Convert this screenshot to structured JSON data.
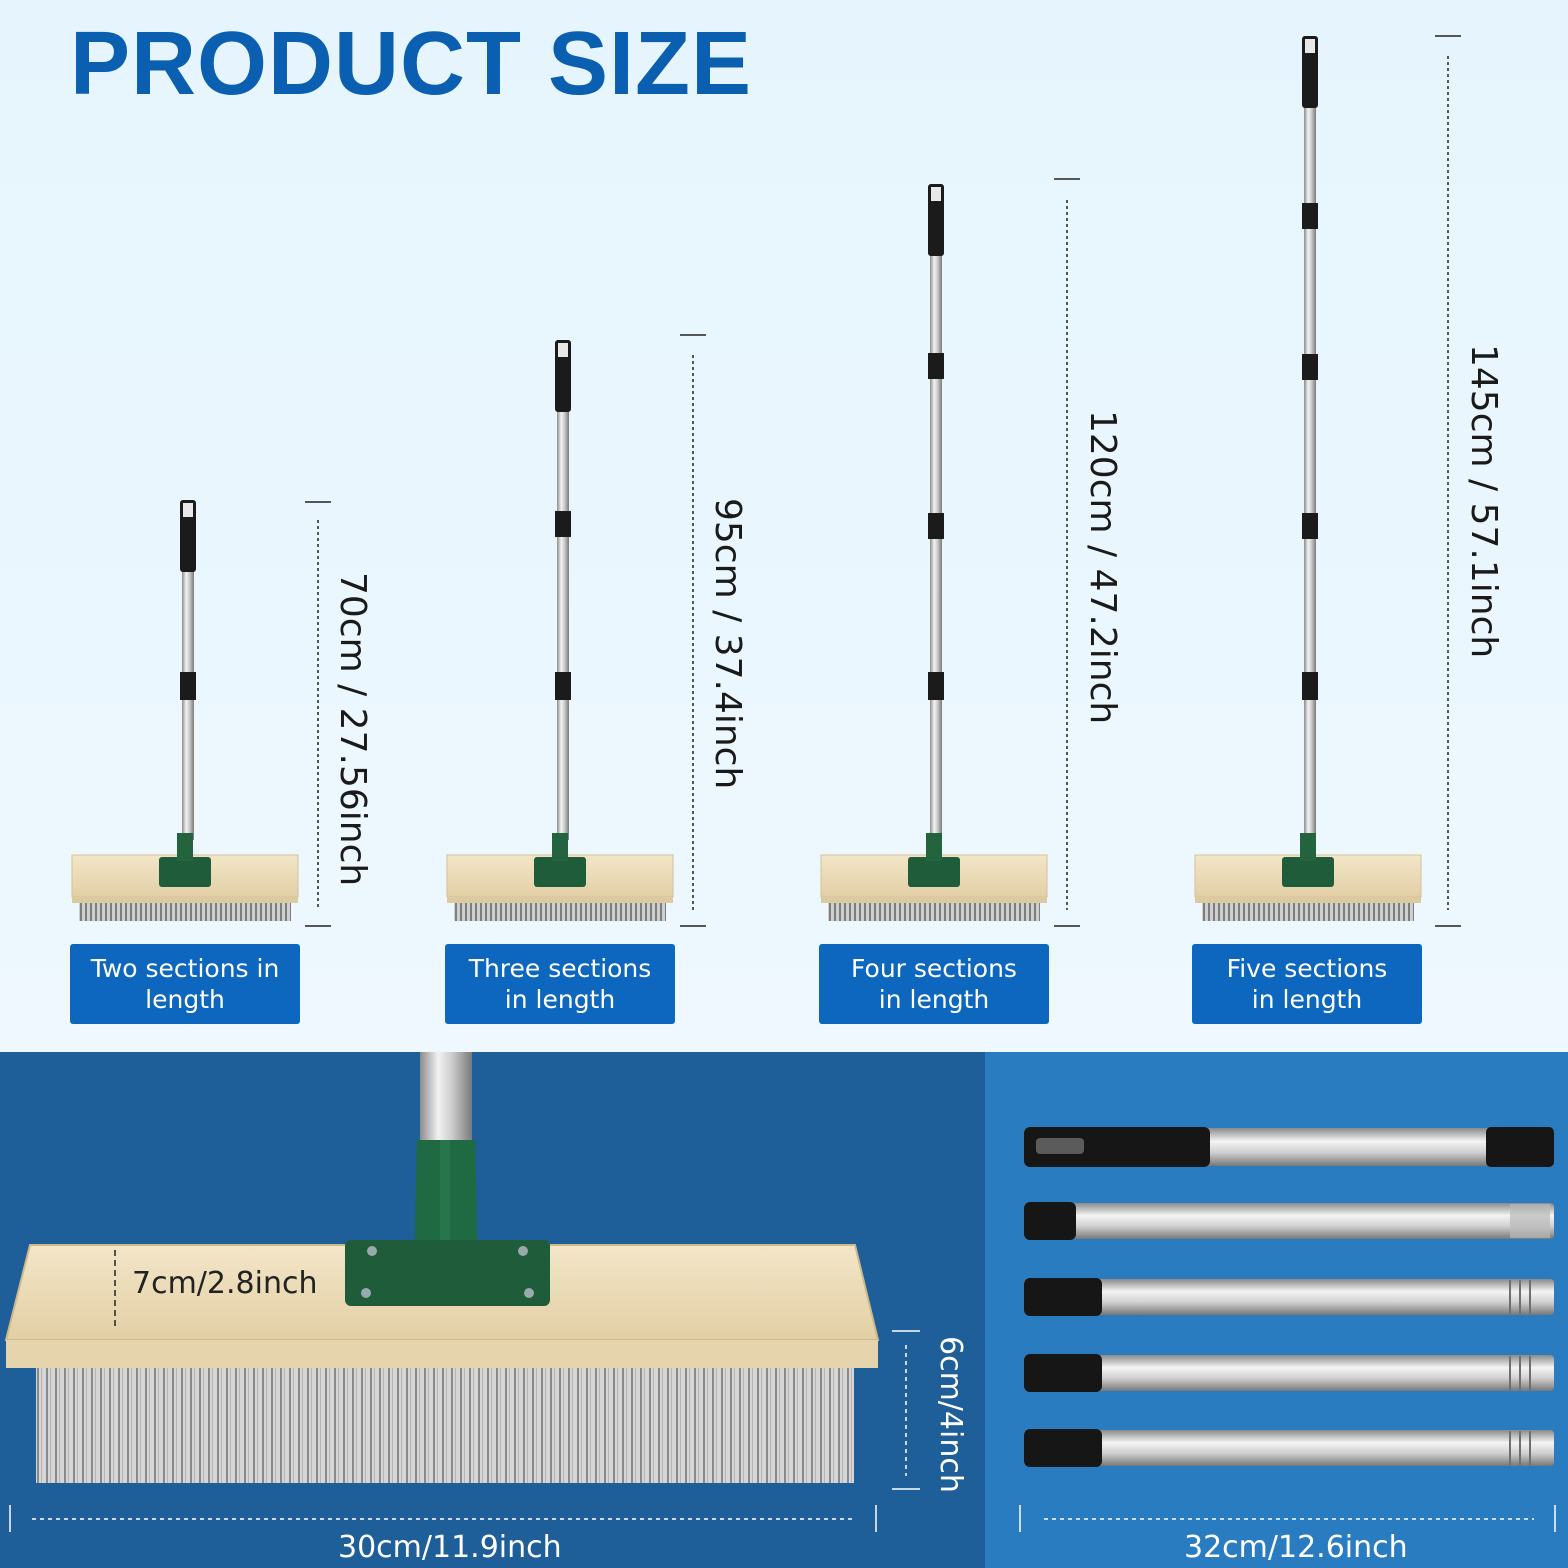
{
  "title": "PRODUCT SIZE",
  "variants": [
    {
      "label_line1": "Two sections in",
      "label_line2": "length",
      "dimension": "70cm / 27.56inch"
    },
    {
      "label_line1": "Three sections",
      "label_line2": "in length",
      "dimension": "95cm / 37.4inch"
    },
    {
      "label_line1": "Four sections",
      "label_line2": "in length",
      "dimension": "120cm / 47.2inch"
    },
    {
      "label_line1": "Five sections",
      "label_line2": "in length",
      "dimension": "145cm / 57.1inch"
    }
  ],
  "detail": {
    "board_height": "7cm/2.8inch",
    "bristle_height": "6cm/4inch",
    "head_width": "30cm/11.9inch",
    "pole_section_length": "32cm/12.6inch"
  },
  "colors": {
    "title": "#0b5fb0",
    "label_bg": "#0d67be",
    "bottom_left_bg": "#1e5e99",
    "bottom_right_bg": "#2a7cc0",
    "mount_green": "#1f5c3a",
    "board_wood": "#efdfbc"
  }
}
